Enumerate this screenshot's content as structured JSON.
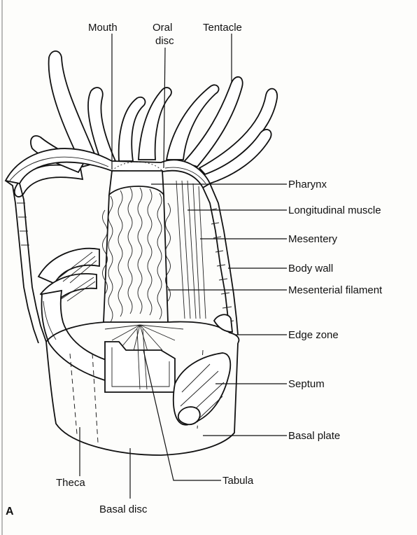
{
  "figure_letter": "A",
  "labels": {
    "mouth": "Mouth",
    "oral_disc_1": "Oral",
    "oral_disc_2": "disc",
    "tentacle": "Tentacle",
    "pharynx": "Pharynx",
    "longitudinal_muscle": "Longitudinal muscle",
    "mesentery": "Mesentery",
    "body_wall": "Body wall",
    "mesenterial_filament": "Mesenterial filament",
    "edge_zone": "Edge zone",
    "septum": "Septum",
    "basal_plate": "Basal plate",
    "theca": "Theca",
    "tabula": "Tabula",
    "basal_disc": "Basal disc"
  }
}
